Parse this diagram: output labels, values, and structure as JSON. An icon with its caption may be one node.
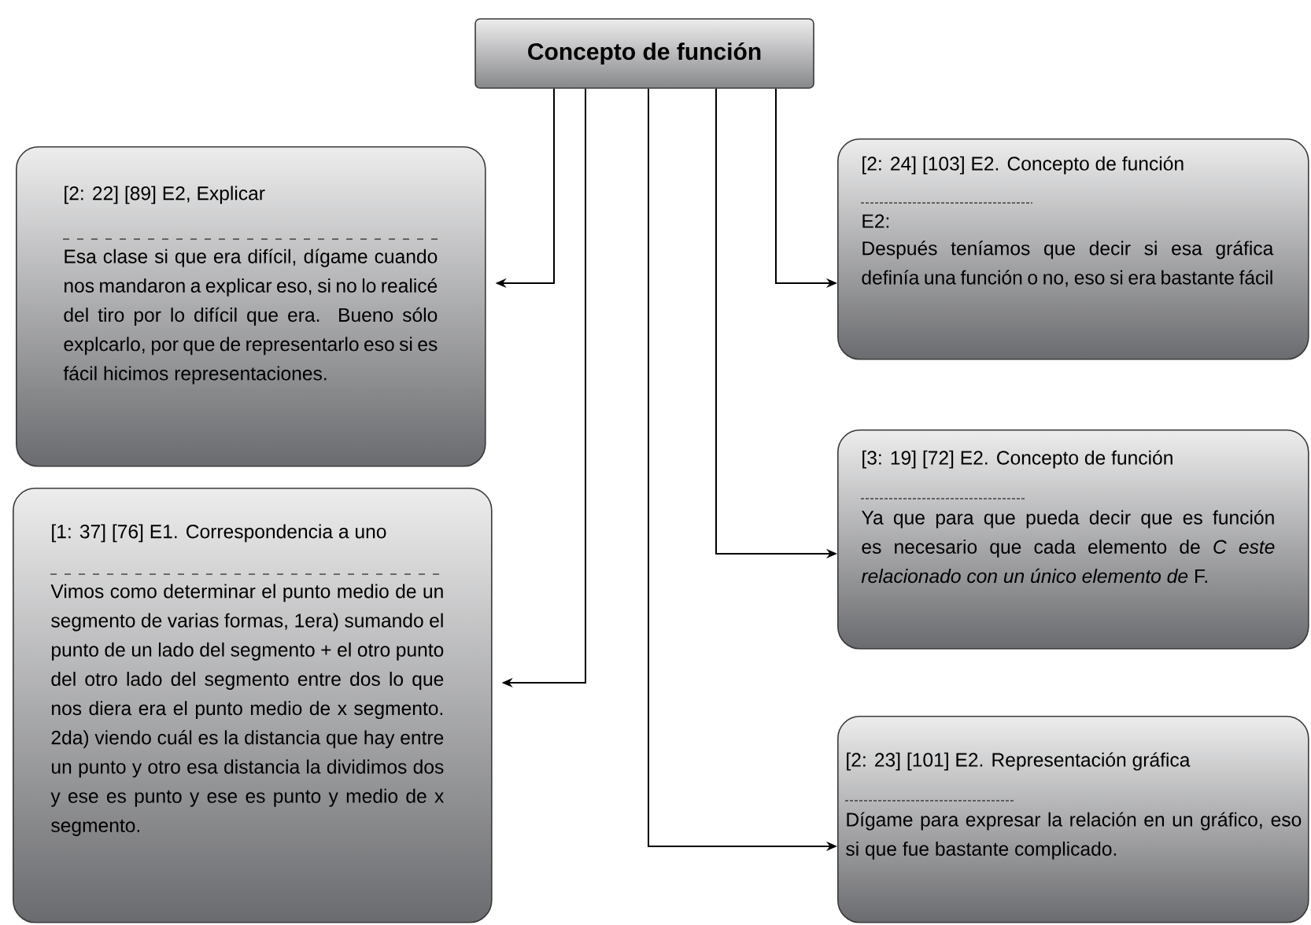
{
  "diagram": {
    "nodes": [
      {
        "text": [
          "Concepto de función"
        ]
      },
      {
        "text": [
          "[2: 22] [89] E2, Explicar",
          "Esa clase si que era difícil, dígame cuando nos mandaron a explicar eso, si no lo realicé del tiro por lo difícil que era. Bueno sólo explcarlo, por que de representarlo eso si es fácil hicimos representaciones."
        ]
      },
      {
        "text": [
          "[1: 37] [76] E1. Correspondencia a uno",
          "Vimos como determinar el punto medio de un segmento de varias formas, 1era) sumando el punto de un lado del segmento + el otro punto del otro lado del segmento entre dos lo que nos diera era el punto medio de x segmento. 2da) viendo cuál es la distancia que hay entre un punto y otro esa distancia la dividimos dos y ese es punto y ese es punto y medio de x segmento."
        ]
      },
      {
        "text": [
          "[2: 24] [103] E2. Concepto de función",
          "E2:",
          "Después teníamos que decir si esa gráfica definía  una función o no, eso si era bastante fácil"
        ]
      },
      {
        "text": [
          "[3: 19] [72] E2. Concepto de función",
          "Ya que para que pueda decir que es función es necesario que cada elemento de *C este relacionado con un único elemento de* F."
        ]
      },
      {
        "text": [
          "[2: 23] [101] E2. Representación gráfica",
          "Dígame para expresar la relación en un gráfico, eso si que fue bastante complicado."
        ]
      }
    ],
    "edges": [
      {
        "from": 0,
        "to": 1,
        "arrow": "to"
      },
      {
        "from": 0,
        "to": 2,
        "arrow": "to"
      },
      {
        "from": 0,
        "to": 5,
        "arrow": "to"
      },
      {
        "from": 0,
        "to": 4,
        "arrow": "to"
      },
      {
        "from": 0,
        "to": 3,
        "arrow": "to"
      }
    ]
  }
}
